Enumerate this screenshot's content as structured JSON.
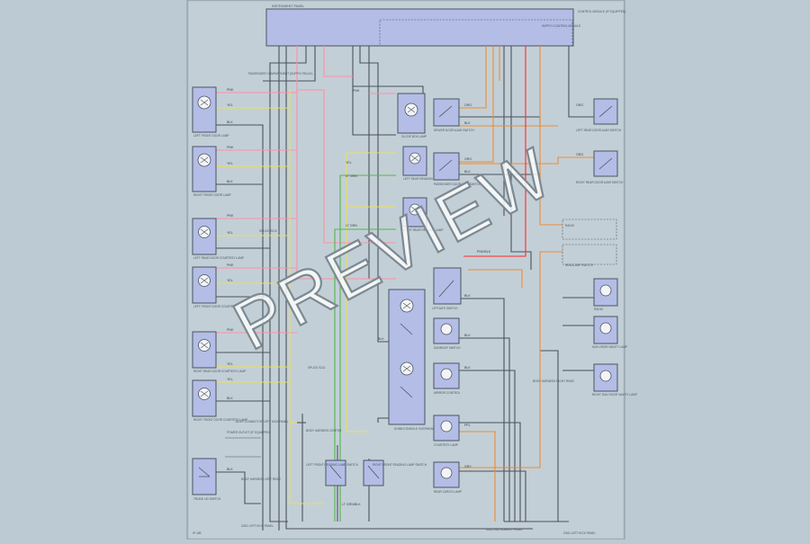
{
  "watermark": "PREVIEW",
  "diagram": {
    "page_ref": "IP-185",
    "top_module": "INSTRUMENT PANEL",
    "top_right_note": "CONTROL MODULE (IF EQUIPPED)",
    "top_box_label": "SUPPLY CONTROL MODULE",
    "components": {
      "lf_front_lamp": "LEFT FRONT DOOR LAMP",
      "rf_front_lamp": "RIGHT FRONT DOOR LAMP",
      "lr_courtesy": "LEFT REAR DOOR COURTESY LAMP",
      "lf_courtesy": "LEFT FRONT DOOR COURTESY LAMP",
      "rr_courtesy": "RIGHT REAR DOOR COURTESY LAMP",
      "rf_courtesy": "RIGHT FRONT DOOR COURTESY LAMP",
      "glove_box": "GLOVE BOX LAMP",
      "lr_reading": "LEFT REAR READING LAMP",
      "rr_reading": "RIGHT REAR READING LAMP",
      "dome_console": "DOME/CONSOLE OVERHEAD LAMP",
      "driver_door_sw": "DRIVER DOOR AJAR SWITCH",
      "pass_door_sw": "PASSENGER DOOR AJAR SWITCH",
      "lr_door_sw": "LEFT REAR DOOR AJAR SWITCH",
      "rr_door_sw": "RIGHT REAR DOOR AJAR SWITCH",
      "trunk_sw": "TRUNK LID SWITCH",
      "sunroof": "SUNROOF SWITCH",
      "mirror": "MIRROR CONTROL",
      "headlamp_sw": "HEADLAMP SWITCH",
      "liftgate_sw": "LIFTGATE SWITCH",
      "lf_reading_sw": "LEFT FRONT READING LAMP SWITCH",
      "rf_reading_sw": "RIGHT FRONT READING LAMP SWITCH",
      "radio": "RADIO",
      "sun_visor": "SUN VISOR VANITY LAMP",
      "sun_visor_2": "RIGHT SUN VISOR VANITY LAMP",
      "courtesy_lamp": "COURTESY LAMP",
      "rear_cargo": "REAR CARGO LAMP",
      "power_outlet": "POWER OUTLET (IF EQUIPPED)",
      "ground_1": "G301 LEFT KICK PANEL",
      "ground_2": "G202 INSTRUMENT PANEL"
    },
    "notes": {
      "passenger_note": "PASSENGER COMPARTMENT (SUPPLY RELAY)",
      "left_note": "BODY CONNECTOR LEFT KICK PANEL",
      "left_note_2": "BODY HARNESS LEFT REAR",
      "right_note": "BODY HARNESS RIGHT REAR",
      "center_note": "BODY HARNESS CENTER",
      "splice_1": "SPLICE S210",
      "splice_2": "SPLICE S211"
    },
    "wire_labels": {
      "pnk": "PNK",
      "yel": "YEL",
      "blk": "BLK",
      "lt_grn": "LT GRN",
      "org": "ORG",
      "ppl": "PPL",
      "gry": "GRY",
      "pnk_blk": "PNK/BLK",
      "ltgrn_blk": "LT GRN/BLK"
    }
  }
}
